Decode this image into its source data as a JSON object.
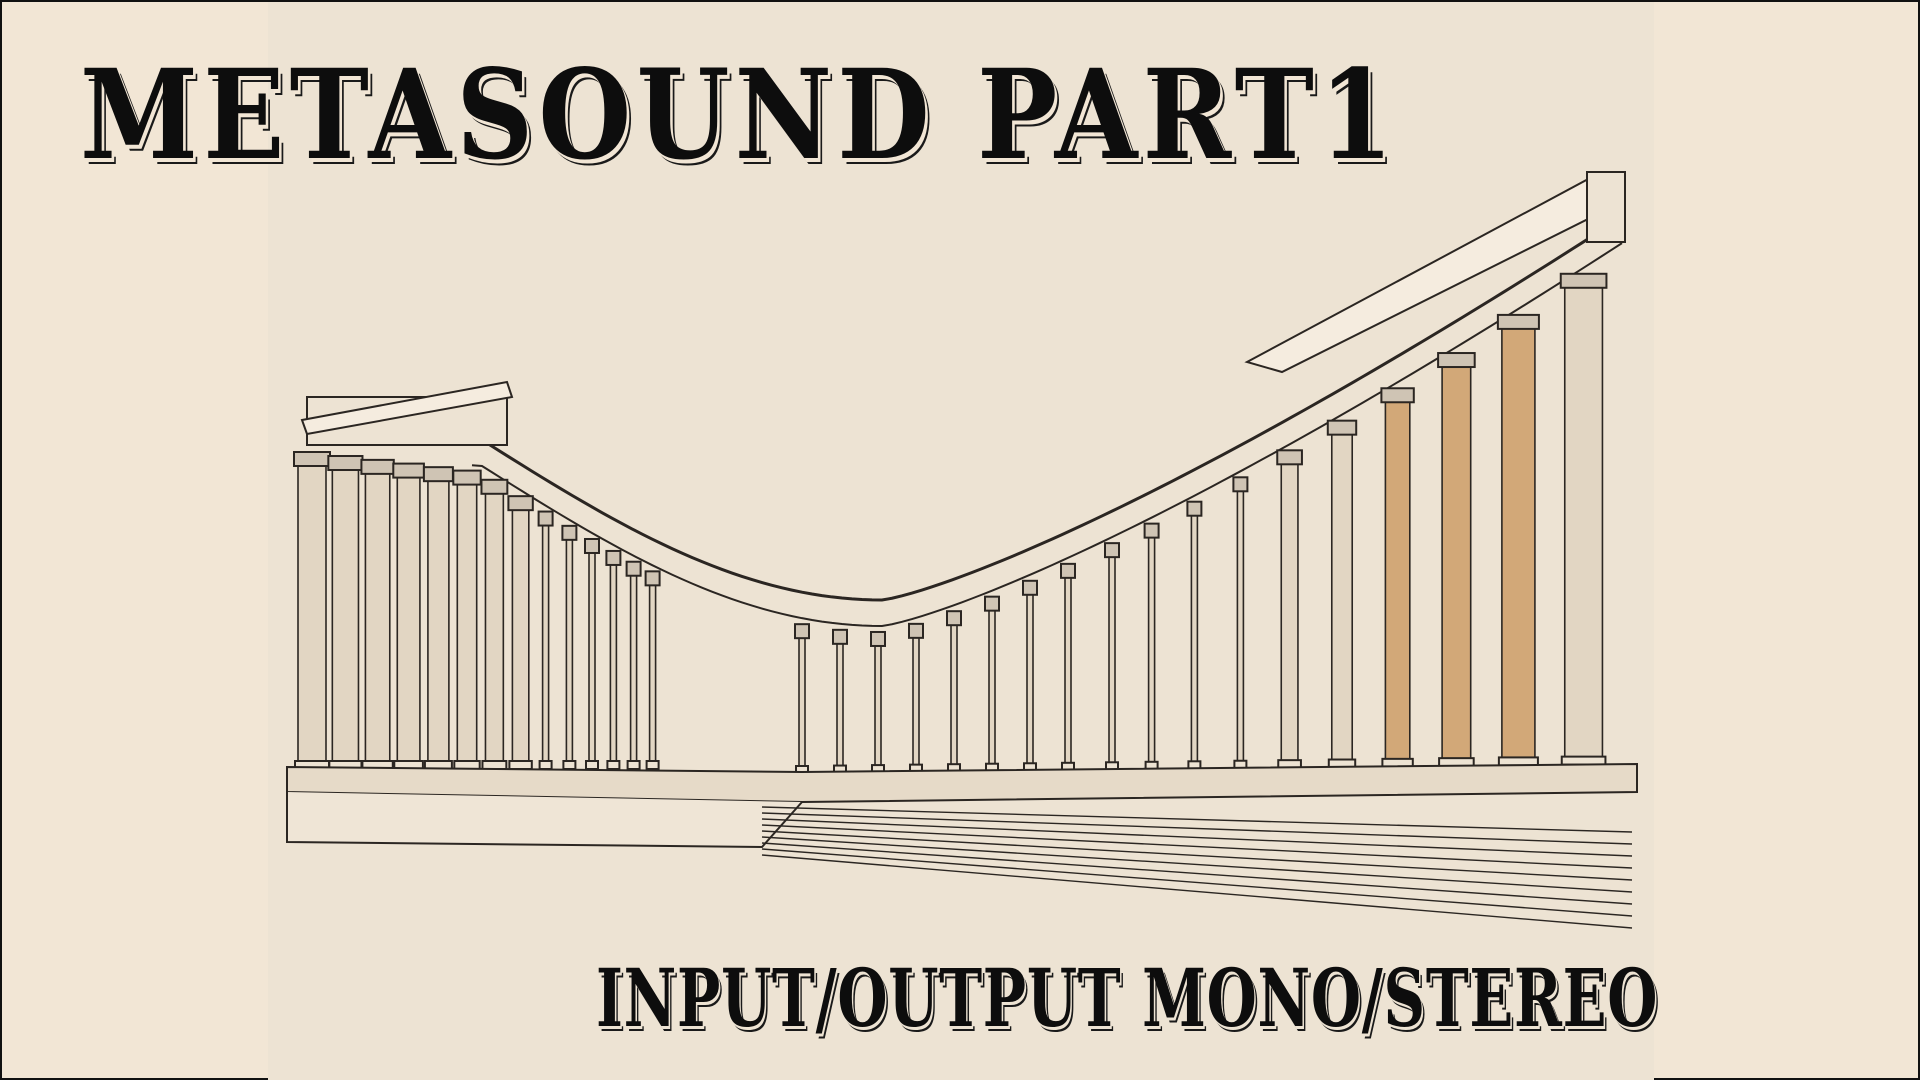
{
  "slide": {
    "title": "Metasound Part1",
    "subtitle": "Input/Output Mono/Stereo"
  },
  "illustration": {
    "subject": "curved-colonnade-drawing",
    "colors": {
      "ink": "#2b2622",
      "paper": "#ede3d3",
      "panel": "#f2e6d5",
      "column_shade": "#e2d6c3",
      "column_warm": "#d2a878",
      "border": "#111111"
    }
  }
}
